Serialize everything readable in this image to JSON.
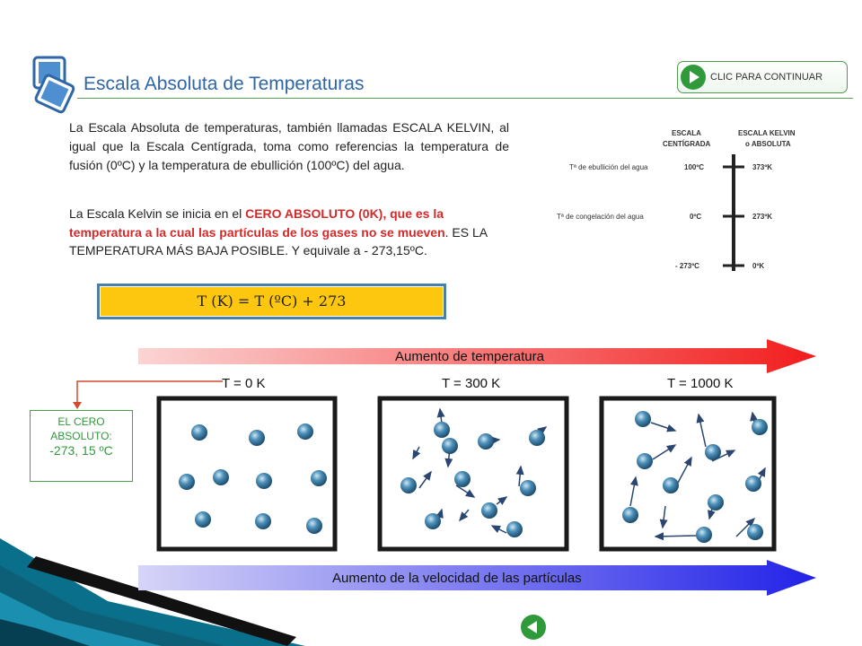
{
  "header": {
    "title": "Escala Absoluta de Temperaturas",
    "continue_label": "CLIC PARA CONTINUAR"
  },
  "content": {
    "para1": "La Escala Absoluta de  temperaturas, también llamadas ESCALA KELVIN, al igual que la Escala Centígrada, toma como referencias la temperatura de fusión (0ºC) y la temperatura de ebullición (100ºC) del agua.",
    "para2_start": "La Escala Kelvin se inicia en el ",
    "para2_red": "CERO ABSOLUTO (0K), que es la temperatura a la cual las partículas de los gases no se mueven",
    "para2_end": ". ES LA TEMPERATURA MÁS BAJA POSIBLE. Y equivale a - 273,15ºC.",
    "formula": "T (K) = T (ºC) + 273"
  },
  "scale_diagram": {
    "col1_line1": "ESCALA",
    "col1_line2": "CENTÍGRADA",
    "col2_line1": "ESCALA KELVIN",
    "col2_line2": "o  ABSOLUTA",
    "row1_label": "Tª de ebullición del agua",
    "row1_c": "100ºC",
    "row1_k": "373ºK",
    "row2_label": "Tª de congelación del agua",
    "row2_c": "0ºC",
    "row2_k": "273ºK",
    "row3_c": "- 273ºC",
    "row3_k": "0ºK"
  },
  "particles": {
    "top_arrow_label": "Aumento de temperatura",
    "bottom_arrow_label": "Aumento de la velocidad de las partículas",
    "t0_label": "T = 0 K",
    "t300_label": "T = 300 K",
    "t1000_label": "T = 1000 K"
  },
  "zero_box": {
    "line1": "EL CERO",
    "line2": "ABSOLUTO:",
    "line3": "-273, 15 ºC"
  },
  "colors": {
    "title": "#2f66a6",
    "accent_green": "#2e9a3a",
    "formula_bg": "#fdc70f",
    "red_text": "#d42a2a"
  },
  "icons": {
    "logo": "stacked-screens-icon",
    "continue": "play-icon",
    "back": "back-arrow-icon"
  }
}
